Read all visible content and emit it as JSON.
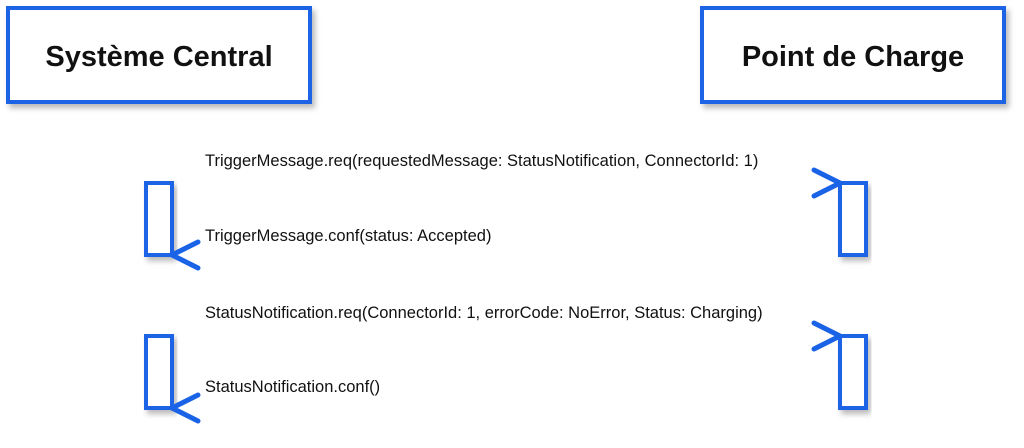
{
  "diagram": {
    "accent_color": "#1a63e6",
    "actors": {
      "left": {
        "label": "Système Central"
      },
      "right": {
        "label": "Point de Charge"
      }
    },
    "messages": [
      {
        "label": "TriggerMessage.req(requestedMessage: StatusNotification, ConnectorId: 1)",
        "direction": "left-to-right",
        "style": "solid"
      },
      {
        "label": "TriggerMessage.conf(status: Accepted)",
        "direction": "right-to-left",
        "style": "dashed"
      },
      {
        "label": "StatusNotification.req(ConnectorId: 1, errorCode: NoError, Status: Charging)",
        "direction": "left-to-right",
        "style": "solid"
      },
      {
        "label": "StatusNotification.conf()",
        "direction": "right-to-left",
        "style": "dashed"
      }
    ]
  }
}
